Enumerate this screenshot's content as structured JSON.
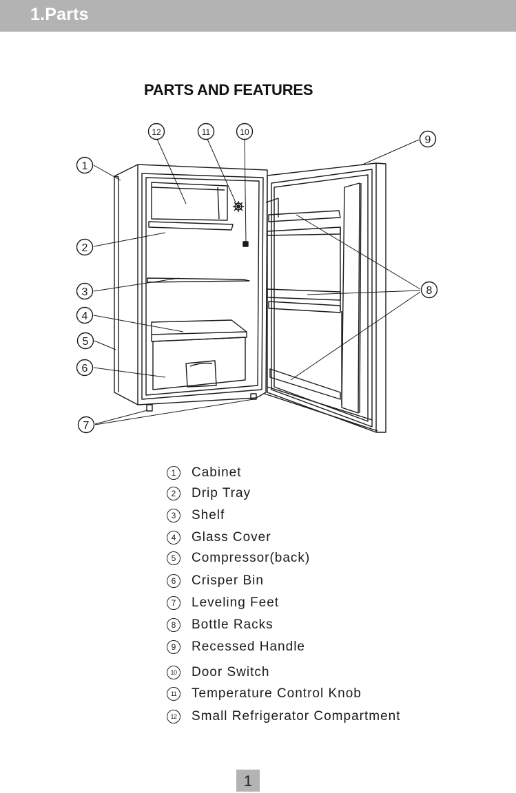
{
  "header": {
    "title": "1.Parts"
  },
  "title": "PARTS AND FEATURES",
  "callouts": [
    "1",
    "2",
    "3",
    "4",
    "5",
    "6",
    "7",
    "8",
    "9",
    "10",
    "11",
    "12"
  ],
  "legend": [
    {
      "num": "1",
      "label": "Cabinet"
    },
    {
      "num": "2",
      "label": "Drip Tray"
    },
    {
      "num": "3",
      "label": "Shelf"
    },
    {
      "num": "4",
      "label": "Glass Cover"
    },
    {
      "num": "5",
      "label": "Compressor(back)"
    },
    {
      "num": "6",
      "label": "Crisper Bin"
    },
    {
      "num": "7",
      "label": "Leveling Feet"
    },
    {
      "num": "8",
      "label": "Bottle Racks"
    },
    {
      "num": "9",
      "label": "Recessed Handle"
    },
    {
      "num": "10",
      "label": "Door Switch"
    },
    {
      "num": "11",
      "label": "Temperature Control Knob"
    },
    {
      "num": "12",
      "label": "Small Refrigerator Compartment"
    }
  ],
  "page_number": "1",
  "colors": {
    "header_bar": "#b3b3b3",
    "page_box": "#b3b3b3",
    "line": "#1a1a1a"
  }
}
